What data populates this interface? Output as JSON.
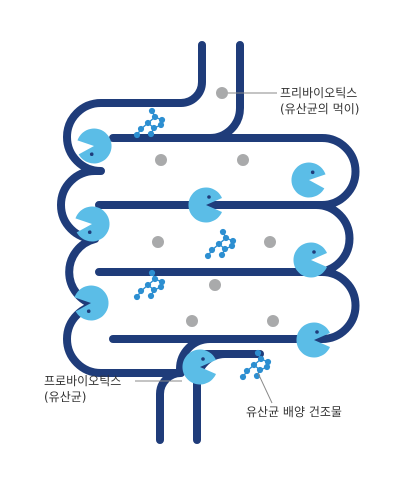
{
  "labels": {
    "prebiotics_line1": "프리바이오틱스",
    "prebiotics_line2": "(유산균의 먹이)",
    "probiotics_line1": "프로바이오틱스",
    "probiotics_line2": "(유산균)",
    "culture": "유산균 배양 건조물"
  },
  "colors": {
    "tube": "#1f3c7a",
    "probiotic": "#5bbde7",
    "prebiotic": "#a9aaab",
    "culture": "#2d8fd1",
    "leader": "#8a8a8a"
  },
  "icons": {
    "probiotic": "pacman-bacteria-icon",
    "prebiotic": "gray-dot-icon",
    "culture": "molecule-cluster-icon"
  }
}
